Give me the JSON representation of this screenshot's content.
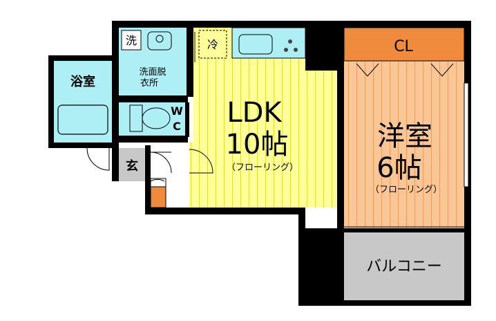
{
  "rooms": {
    "washing_machine": "洗",
    "fridge": "冷",
    "bath": "浴室",
    "dressing_line1": "洗面脱",
    "dressing_line2": "衣所",
    "wc_w": "W",
    "wc_c": "C",
    "entrance": "玄",
    "ldk_name": "LDK",
    "ldk_size": "10帖",
    "ldk_floor": "（フローリング）",
    "western_name": "洋室",
    "western_size": "6帖",
    "western_floor": "（フローリング）",
    "closet": "CL",
    "balcony": "バルコニー"
  },
  "colors": {
    "wall": "#000000",
    "ldk_floor": "#ffff99",
    "ldk_stripe": "#c9c900",
    "western_floor": "#f9c796",
    "western_stripe": "#e7803f",
    "closet": "#f08a3c",
    "wet_area": "#aeeef5",
    "balcony": "#c8c8c8",
    "entrance": "#c8c8c8"
  }
}
